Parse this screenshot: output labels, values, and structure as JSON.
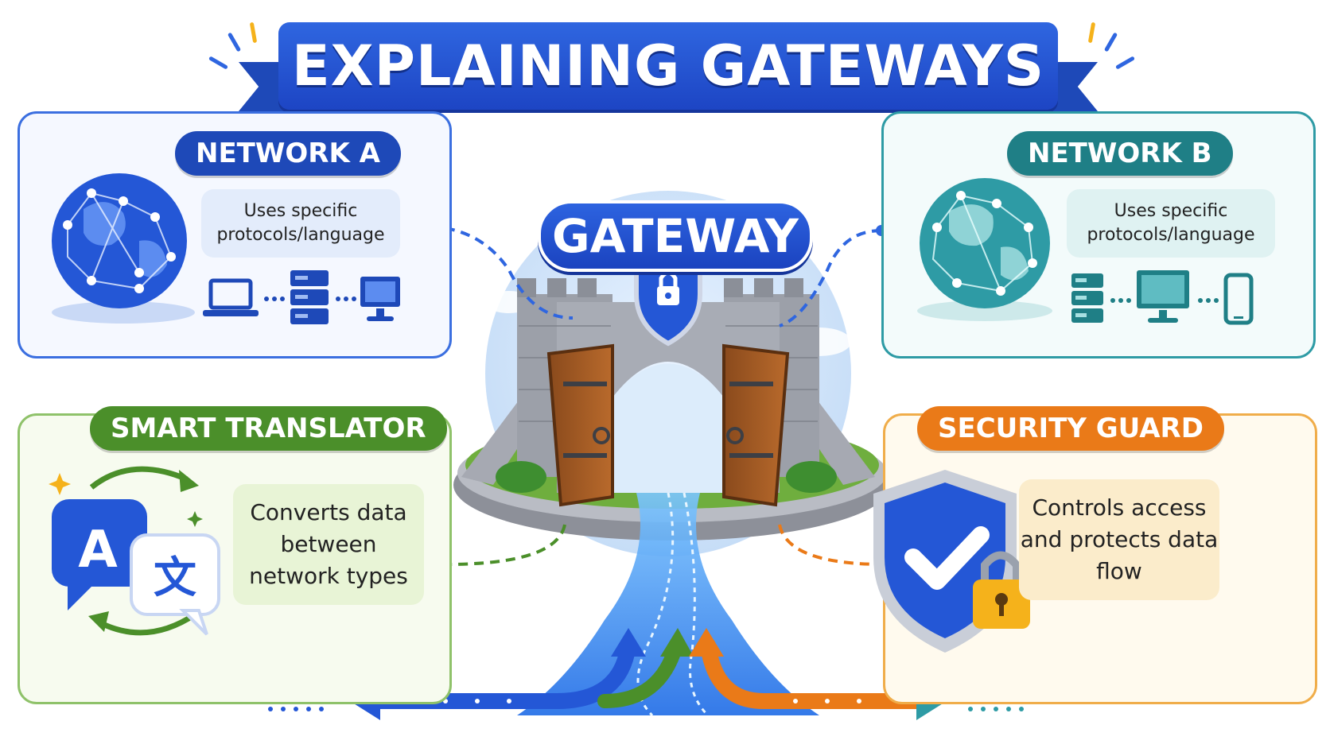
{
  "title": "EXPLAINING GATEWAYS",
  "gateway": {
    "label": "GATEWAY"
  },
  "network_a": {
    "title": "NETWORK A",
    "description": "Uses specific protocols/language",
    "devices": [
      "laptop-icon",
      "server-icon",
      "monitor-icon"
    ]
  },
  "network_b": {
    "title": "NETWORK B",
    "description": "Uses specific protocols/language",
    "devices": [
      "server-icon",
      "monitor-icon",
      "phone-icon"
    ]
  },
  "translator": {
    "title": "SMART TRANSLATOR",
    "description": "Converts data between network types",
    "glyph_latin": "A",
    "glyph_cjk": "文"
  },
  "security": {
    "title": "SECURITY GUARD",
    "description": "Controls access and protects data flow"
  },
  "colors": {
    "blue": "#1e49b8",
    "teal": "#1f7f86",
    "green": "#4b8f2a",
    "orange": "#ea7a18"
  }
}
